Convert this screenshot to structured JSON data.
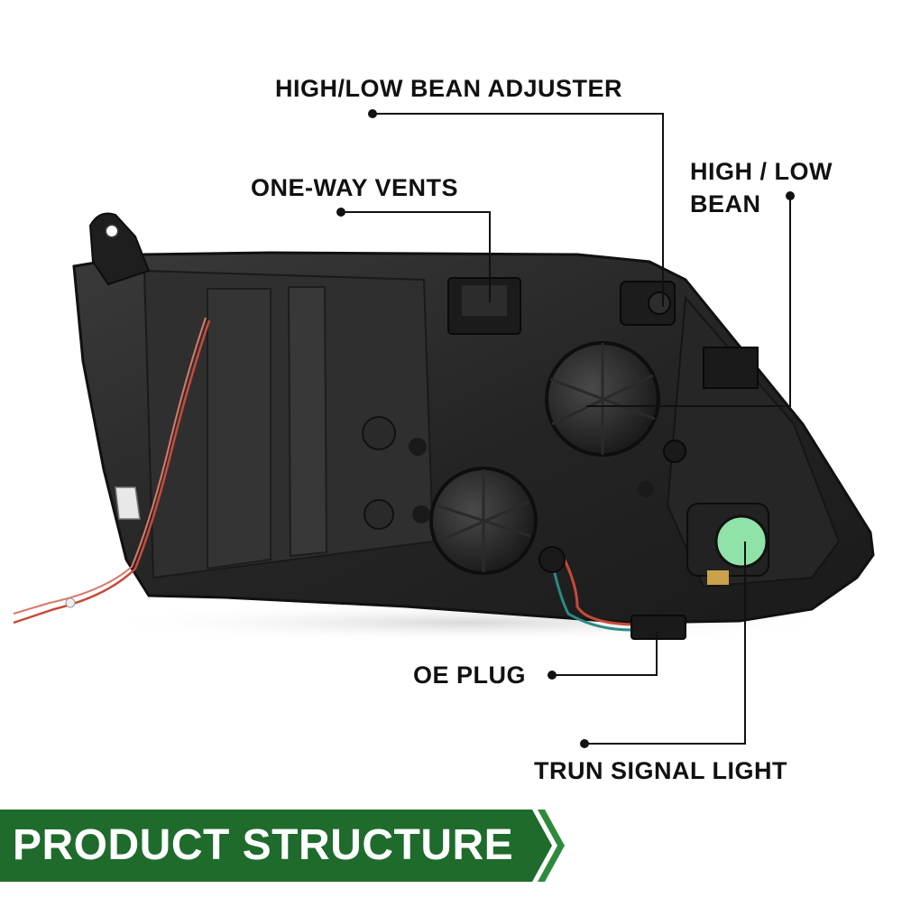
{
  "callouts": {
    "adjuster": "HIGH/LOW BEAN ADJUSTER",
    "vents": "ONE-WAY VENTS",
    "beam_line1": "HIGH / LOW",
    "beam_line2": "BEAN",
    "oe_plug": "OE PLUG",
    "turn_signal": "TRUN SIGNAL LIGHT"
  },
  "banner": {
    "text": "PRODUCT STRUCTURE",
    "color": "#1e6b2c",
    "accent": "#2e8b3c"
  },
  "colors": {
    "housing": "#2a2a2a",
    "callout_line": "#111111",
    "turn_lens": "#8fe3a8",
    "wire_red": "#c84a3a"
  }
}
